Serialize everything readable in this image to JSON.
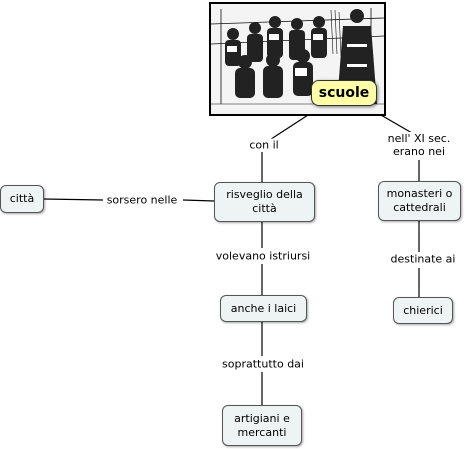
{
  "main_concept": "scuole",
  "nodes": {
    "citta": "città",
    "risveglio": "risveglio della\ncittà",
    "laici": "anche i laici",
    "artigiani": "artigiani e\nmercanti",
    "monasteri": "monasteri o\ncattedrali",
    "chierici": "chierici"
  },
  "links": {
    "con_il": "con il",
    "xi_sec": "nell' XI sec.\nerano nei",
    "sorsero": "sorsero nelle",
    "volevano": "volevano istriursi",
    "soprattutto": "soprattutto dai",
    "destinate": "destinate ai"
  },
  "image": {
    "subject": "woodcut-classroom-scene"
  }
}
